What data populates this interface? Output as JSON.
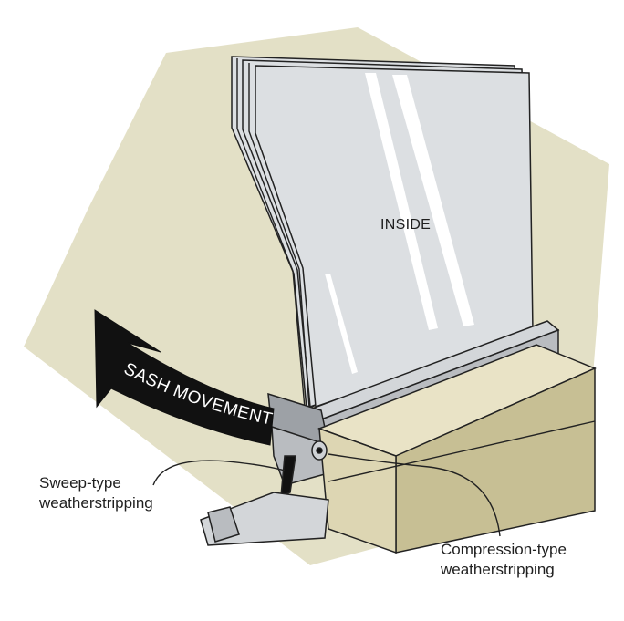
{
  "labels": {
    "inside": "INSIDE",
    "sash_movement": "SASH MOVEMENT",
    "sweep_line1": "Sweep-type",
    "sweep_line2": "weatherstripping",
    "compression_line1": "Compression-type",
    "compression_line2": "weatherstripping"
  },
  "colors": {
    "background_hex": "#e3e0c6",
    "glass": "#dcdfe2",
    "frame_metal": "#b9bcc0",
    "wood_top": "#e9e3c6",
    "wood_side": "#c7bf94",
    "wood_end": "#ddd6b3",
    "outline": "#222222",
    "arrow": "#111111"
  }
}
